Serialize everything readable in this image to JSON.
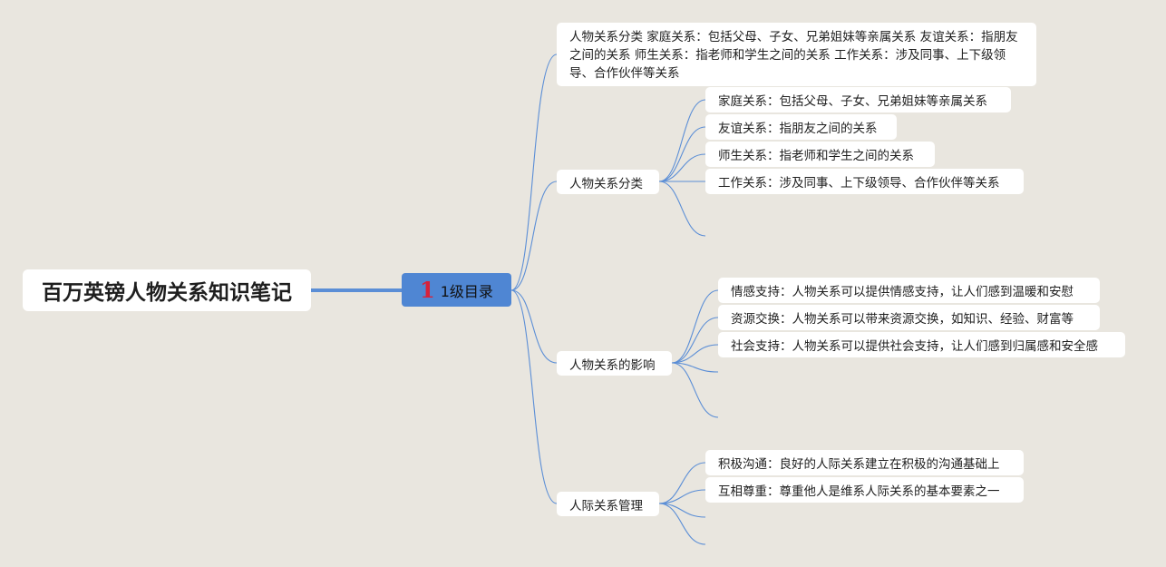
{
  "root": {
    "title": "百万英镑人物关系知识笔记"
  },
  "level1": {
    "number": "1",
    "label": "1级目录"
  },
  "branches": [
    {
      "label": "人物关系分类 家庭关系：包括父母、子女、兄弟姐妹等亲属关系 友谊关系：指朋友之间的关系 师生关系：指老师和学生之间的关系 工作关系：涉及同事、上下级领导、合作伙伴等关系"
    },
    {
      "label": "人物关系分类",
      "children": [
        "家庭关系：包括父母、子女、兄弟姐妹等亲属关系",
        "友谊关系：指朋友之间的关系",
        "师生关系：指老师和学生之间的关系",
        "工作关系：涉及同事、上下级领导、合作伙伴等关系"
      ]
    },
    {
      "label": "人物关系的影响",
      "children": [
        "情感支持：人物关系可以提供情感支持，让人们感到温暖和安慰",
        "资源交换：人物关系可以带来资源交换，如知识、经验、财富等",
        "社会支持：人物关系可以提供社会支持，让人们感到归属感和安全感"
      ]
    },
    {
      "label": "人际关系管理",
      "children": [
        "积极沟通：良好的人际关系建立在积极的沟通基础上",
        "互相尊重：尊重他人是维系人际关系的基本要素之一"
      ]
    }
  ],
  "colors": {
    "background": "#e9e6df",
    "line": "#5b8ed6",
    "level1_fill": "#4f86d3",
    "level1_number": "#d8213a"
  }
}
